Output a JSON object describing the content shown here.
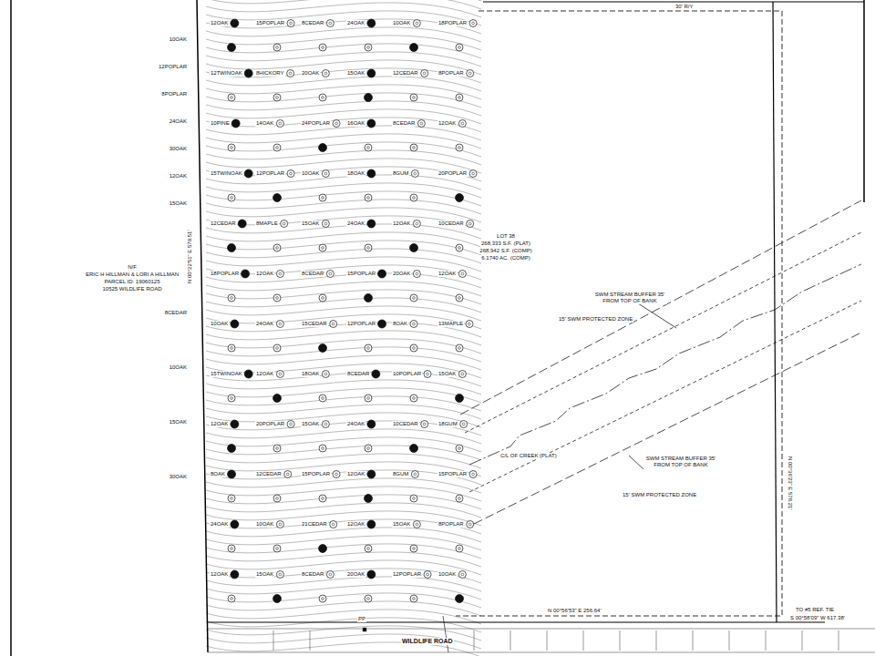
{
  "diagram": {
    "labels": [
      "N/F",
      "ERIC H HILLMAN & LORI A HILLMAN",
      "PARCEL ID: 19060125",
      "10525 WILDLIFE ROAD",
      "LOT 38",
      "268,333 S.F. (PLAT)",
      "268,942 S.F. (COMP)",
      "6.1740 AC. (COMP)",
      "SWM STREAM BUFFER 35' FROM TOP OF BANK",
      "15' SWM PROTECTED ZONE",
      "C/L OF CREEK (PLAT)",
      "SWM STREAM BUFFER 35' FROM TOP OF BANK",
      "15' SWM PROTECTED ZONE",
      "N 00°56'53\" E 256.64'",
      "TO #5 REF. TIE",
      "S 00°58'09\" W 617.38'",
      "WILDLIFE ROAD",
      "PP",
      "N 00°22'51\" E 579.51'",
      "N 00°36'23\" E 578.21'",
      "30' R/Y",
      "12OAK",
      "15POPLAR",
      "8CEDAR",
      "24OAK",
      "10OAK",
      "18POPLAR",
      "12TWINOAK",
      "8HICKORY",
      "20OAK",
      "15OAK",
      "12CEDAR",
      "8POPLAR",
      "10PINE",
      "14OAK",
      "24POPLAR",
      "16OAK",
      "8CEDAR",
      "12OAK",
      "15TWINOAK",
      "12POPLAR",
      "10OAK",
      "18OAK",
      "8GUM",
      "20POPLAR",
      "12CEDAR",
      "8MAPLE",
      "15OAK",
      "24OAK",
      "12OAK",
      "10CEDAR",
      "18POPLAR",
      "12OAK",
      "8CEDAR",
      "15POPLAR",
      "20OAK",
      "12OAK",
      "10OAK",
      "24OAK",
      "15CEDAR",
      "12POPLAR",
      "8OAK",
      "13MAPLE",
      "15TWINOAK",
      "12OAK",
      "18OAK",
      "8CEDAR",
      "10POPLAR",
      "15OAK",
      "12OAK",
      "20POPLAR",
      "15OAK",
      "24OAK",
      "10CEDAR",
      "18GUM",
      "8OAK",
      "12CEDAR",
      "15POPLAR",
      "12OAK",
      "8GUM",
      "15POPLAR",
      "24OAK",
      "10OAK",
      "21CEDAR",
      "12OAK",
      "15OAK",
      "8POPLAR",
      "12OAK",
      "15OAK",
      "8CEDAR",
      "20OAK",
      "12POPLAR",
      "10OAK",
      "10OAK",
      "12POPLAR",
      "8POPLAR",
      "24OAK",
      "30OAK",
      "12OAK",
      "15OAK",
      "8CEDAR",
      "10OAK",
      "15OAK",
      "30OAK"
    ]
  }
}
